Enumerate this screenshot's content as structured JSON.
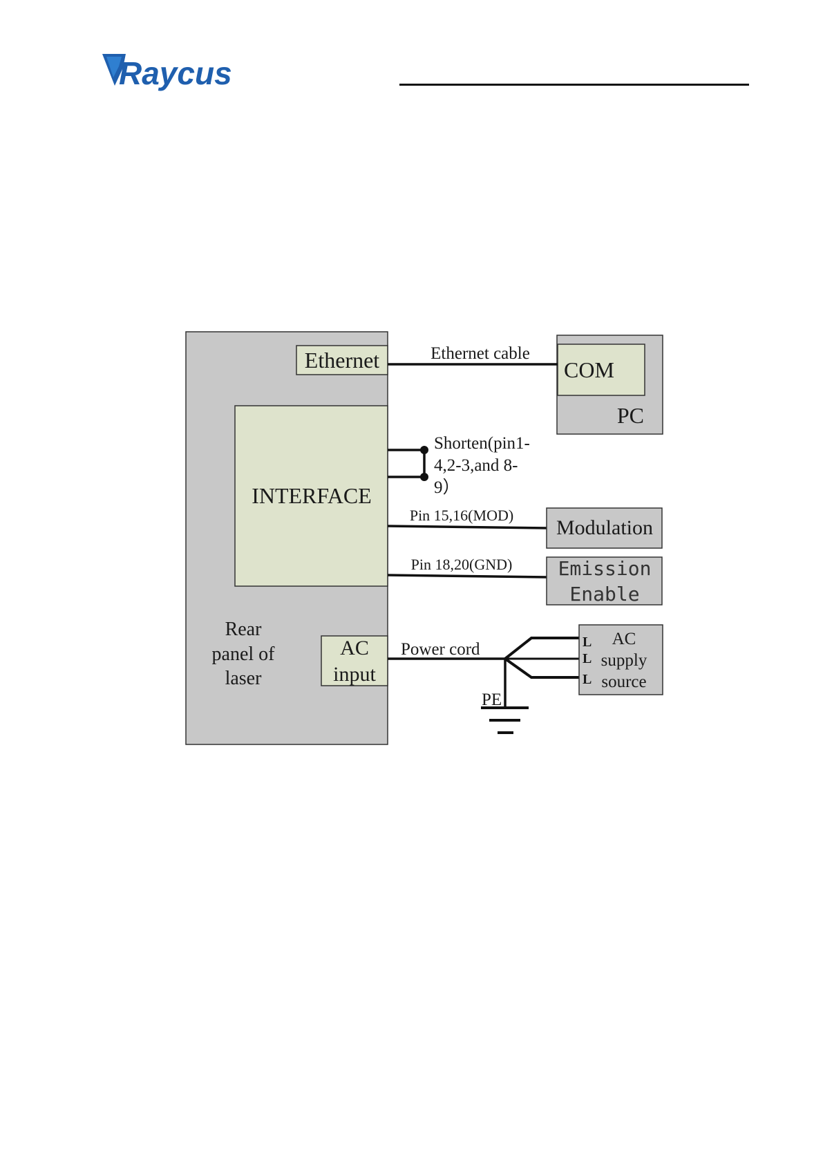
{
  "header": {
    "logo_text": "Raycus"
  },
  "diagram": {
    "panel_label_1": "Rear",
    "panel_label_2": "panel of",
    "panel_label_3": "laser",
    "ethernet_port": "Ethernet",
    "interface_label": "INTERFACE",
    "ac_input_1": "AC",
    "ac_input_2": "input",
    "ethernet_cable": "Ethernet cable",
    "com_label": "COM",
    "pc_label": "PC",
    "shorten_1": "Shorten(pin1-",
    "shorten_2": "4,2-3,and 8-",
    "shorten_3": "9）",
    "pin_mod": "Pin 15,16(MOD)",
    "modulation": "Modulation",
    "pin_gnd": "Pin 18,20(GND)",
    "emission_1": "Emission",
    "emission_2": "Enable",
    "power_cord": "Power cord",
    "l1": "L",
    "l2": "L",
    "l3": "L",
    "ac_supply_1": "AC",
    "ac_supply_2": "supply",
    "ac_supply_3": "source",
    "pe_label": "PE"
  },
  "colors": {
    "panel_gray": "#c8c8c8",
    "box_green": "#dee3cc",
    "line": "#111111",
    "logo_blue": "#1f5fae"
  }
}
